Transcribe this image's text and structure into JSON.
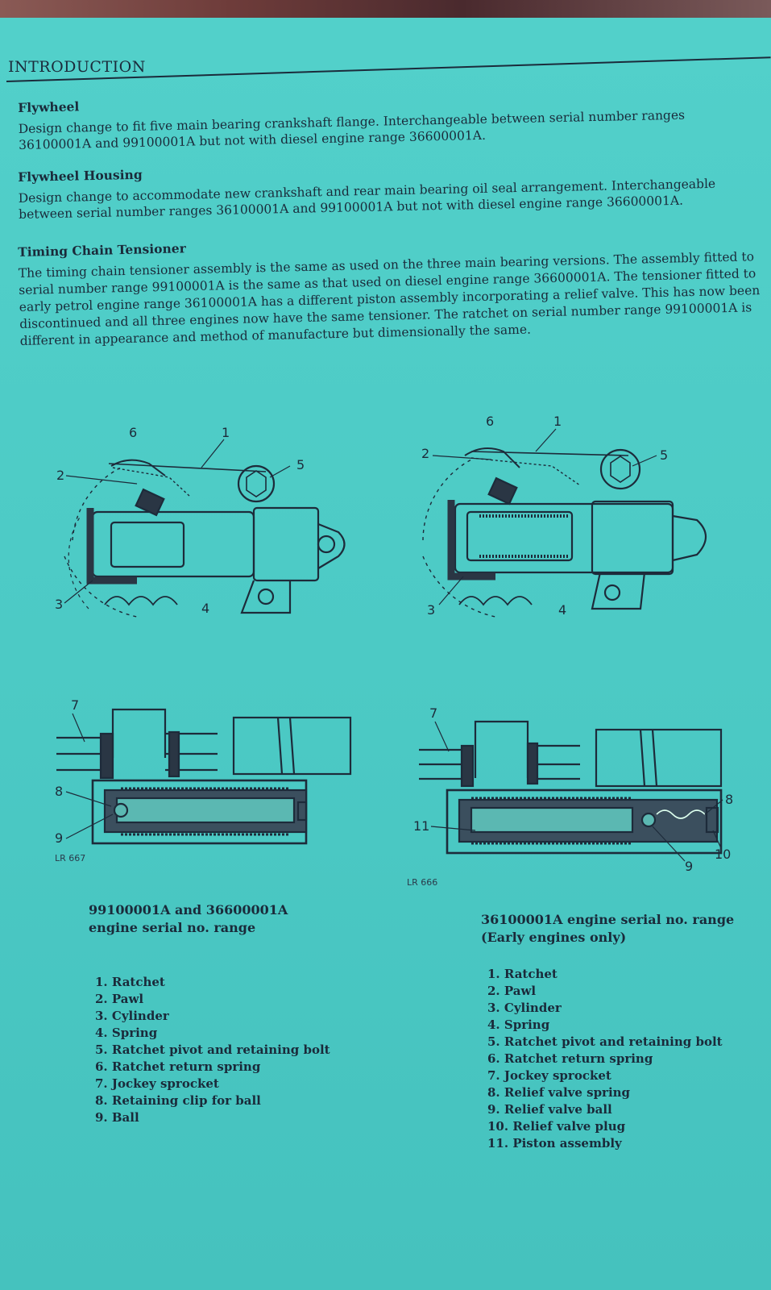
{
  "page": {
    "heading": "INTRODUCTION"
  },
  "sections": {
    "flywheel": {
      "title": "Flywheel",
      "body": "Design change to fit five main bearing crankshaft flange. Interchangeable between serial number ranges 36100001A and 99100001A but not with diesel engine range 36600001A."
    },
    "housing": {
      "title": "Flywheel Housing",
      "body": "Design change to accommodate new crankshaft and rear main bearing oil seal arrangement. Interchangeable between serial number ranges 36100001A and 99100001A but not with diesel engine range 36600001A."
    },
    "tensioner": {
      "title": "Timing Chain Tensioner",
      "body": "The timing chain tensioner assembly is the same as used on the three main bearing versions. The assembly fitted to serial number range 99100001A is the same as that used on diesel engine range 36600001A. The tensioner fitted to early petrol engine range 36100001A has a different piston assembly incorporating a relief valve. This has now been discontinued and all three engines now have the same tensioner. The ratchet on serial number range 99100001A is different in appearance and method of manufacture but dimensionally the same."
    }
  },
  "figures": {
    "left": {
      "ref": "LR 667",
      "callouts": [
        "1",
        "2",
        "3",
        "4",
        "5",
        "6",
        "7",
        "8",
        "9"
      ],
      "caption_line1": "99100001A and 36600001A",
      "caption_line2": "engine serial no. range",
      "parts": [
        "1. Ratchet",
        "2. Pawl",
        "3. Cylinder",
        "4. Spring",
        "5. Ratchet pivot and retaining bolt",
        "6. Ratchet return spring",
        "7. Jockey sprocket",
        "8. Retaining clip for ball",
        "9. Ball"
      ]
    },
    "right": {
      "ref": "LR 666",
      "callouts": [
        "1",
        "2",
        "3",
        "4",
        "5",
        "6",
        "7",
        "8",
        "9",
        "10",
        "11"
      ],
      "caption_line1": "36100001A engine serial no. range",
      "caption_line2": "(Early engines only)",
      "parts": [
        "1. Ratchet",
        "2. Pawl",
        "3. Cylinder",
        "4. Spring",
        "5. Ratchet pivot and retaining bolt",
        "6. Ratchet return spring",
        "7. Jockey sprocket",
        "8. Relief valve spring",
        "9. Relief valve ball",
        "10. Relief valve plug",
        "11. Piston assembly"
      ]
    }
  },
  "colors": {
    "paper": "#4cc9c4",
    "ink": "#1a2a3a"
  }
}
